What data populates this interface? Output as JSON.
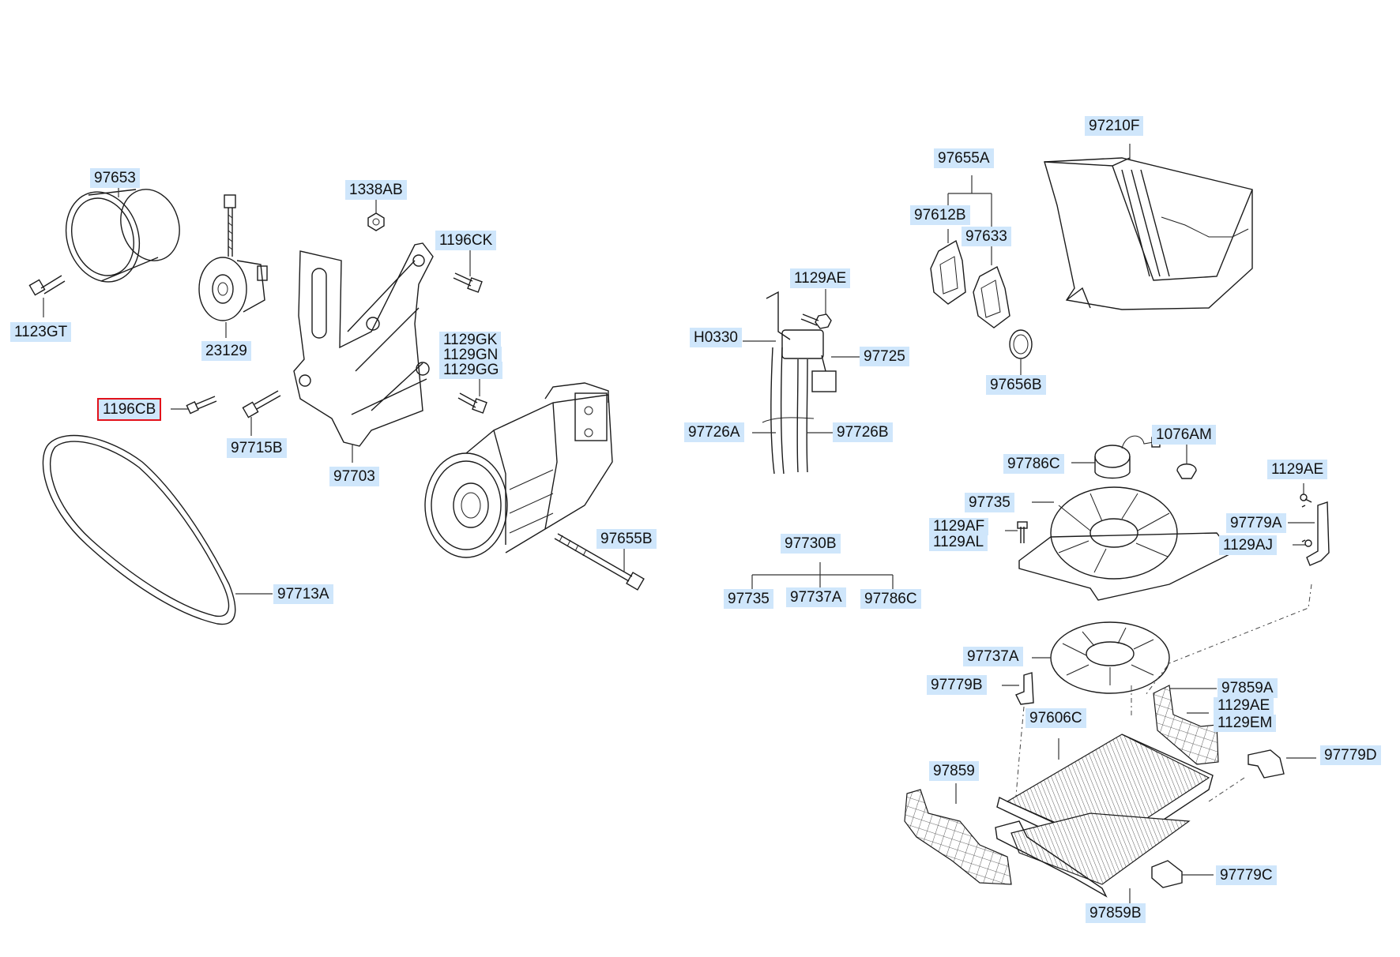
{
  "labels": {
    "p97653": "97653",
    "p1123GT": "1123GT",
    "p23129": "23129",
    "p1338AB": "1338AB",
    "p1196CK": "1196CK",
    "p1129GK": "1129GK",
    "p1129GN": "1129GN",
    "p1129GG": "1129GG",
    "p1196CB": "1196CB",
    "p97715B": "97715B",
    "p97703": "97703",
    "p97713A": "97713A",
    "p97655B": "97655B",
    "p1129AE_top": "1129AE",
    "pH0330": "H0330",
    "p97725": "97725",
    "p97726A": "97726A",
    "p97726B": "97726B",
    "p97730B": "97730B",
    "p97735_group": "97735",
    "p97737A_group": "97737A",
    "p97786C_group": "97786C",
    "p97655A": "97655A",
    "p97612B": "97612B",
    "p97633": "97633",
    "p97656B": "97656B",
    "p97210F": "97210F",
    "p97786C": "97786C",
    "p1076AM": "1076AM",
    "p97735": "97735",
    "p1129AF": "1129AF",
    "p1129AL": "1129AL",
    "p1129AE_right": "1129AE",
    "p97779A": "97779A",
    "p1129AJ": "1129AJ",
    "p97737A": "97737A",
    "p97779B": "97779B",
    "p97859A": "97859A",
    "p1129AE_lower": "1129AE",
    "p1129EM": "1129EM",
    "p97606C": "97606C",
    "p97779D": "97779D",
    "p97859": "97859",
    "p97779C": "97779C",
    "p97859B": "97859B"
  },
  "selected_part": "1196CB",
  "colors": {
    "label_background": "#cfe6fb",
    "selection_outline": "#e2121b",
    "line": "#1b1b1b"
  }
}
